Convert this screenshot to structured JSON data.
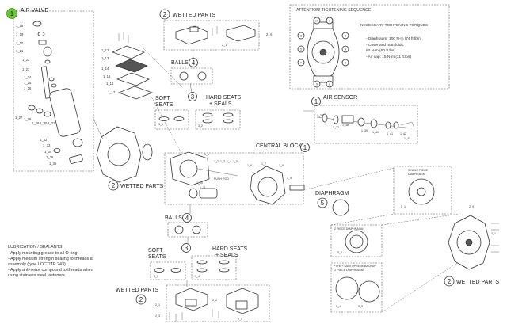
{
  "callouts": {
    "air_valve": {
      "number": "1",
      "title": "AIR VALVE",
      "color": "#6fc33c"
    },
    "wetted_top": {
      "number": "2",
      "title": "WETTED PARTS"
    },
    "balls_top": {
      "number": "4",
      "title": "BALLS"
    },
    "seats_top": {
      "number": "3",
      "soft": [
        "SOFT",
        "SEATS"
      ],
      "hard": [
        "HARD SEATS",
        "+ SEALS"
      ]
    },
    "air_sensor": {
      "number": "1",
      "title": "AIR SENSOR"
    },
    "central_block": {
      "number": "1",
      "title": "CENTRAL BLOCK"
    },
    "wetted_left": {
      "number": "2",
      "title": "WETTED PARTS"
    },
    "diaphragm": {
      "number": "5",
      "title": "DIAPHRAGM"
    },
    "balls_bottom": {
      "number": "4",
      "title": "BALLS"
    },
    "seats_bottom": {
      "number": "3",
      "soft": [
        "SOFT",
        "SEATS"
      ],
      "hard": [
        "HARD SEATS",
        "+ SEALS"
      ]
    },
    "wetted_bottom": {
      "number": "2",
      "title": "WETTED PARTS"
    },
    "wetted_right": {
      "number": "2",
      "title": "WETTED PARTS"
    }
  },
  "torque": {
    "title": "ATTENTION! TIGHTENING SEQUENCE",
    "subtitle": "NECESSARY TIGHTENING TORQUES",
    "items": [
      "- Diaphragm: 100 N-m (74 ft.lbs)",
      "- Cover and manifolds:",
      "  80 N-m (60 ft.lbs)",
      "- Air cap: 15 N-m (11 ft.lbs)"
    ],
    "sequence": [
      "10",
      "1",
      "3",
      "5",
      "7",
      "9",
      "2",
      "4",
      "6",
      "8"
    ]
  },
  "lubrication": {
    "title": "LUBRICATION / SEALANTS",
    "lines": [
      "- Apply mounting grease to all O-ring.",
      "- Apply medium strength sealing to threads at",
      "  assembly (type LOCTITE 243).",
      "- Apply anti-seize compound to threads when",
      "  using stainless steel fasteners."
    ]
  },
  "diaphragm_panels": {
    "single": [
      "SINGLE PIECE",
      "DIAPHRAGM"
    ],
    "two": [
      "2 PIECE DIAPHRAGM"
    ],
    "ptfe": [
      "PTFE + SANTOPRENE BACKUP",
      "(2 PIECE DIAPHRAGM)"
    ]
  },
  "push_rod": "PUSH ROD",
  "part_labels": {
    "av": [
      "1_18",
      "1_19",
      "1_20",
      "1_21",
      "1_22",
      "1_23",
      "1_24",
      "1_25",
      "1_26",
      "1_27",
      "1_28",
      "1_29",
      "1_30",
      "1_31",
      "1_32",
      "1_33",
      "1_34",
      "1_35",
      "1_36"
    ],
    "wet_top": [
      "1_12",
      "1_13",
      "1_14",
      "1_15",
      "1_16",
      "1_17",
      "2_1",
      "2_2",
      "2_3",
      "2_4"
    ],
    "sensor": [
      "1_36",
      "1_37",
      "1_38",
      "1_39",
      "1_40",
      "1_41",
      "1_42",
      "1_43",
      "1_44"
    ],
    "central": [
      "1_1",
      "1_2",
      "1_3",
      "1_4",
      "1_5",
      "1_6",
      "1_7",
      "1_8",
      "1_9",
      "1_10",
      "1_11"
    ],
    "seats": [
      "3_1",
      "3_2",
      "3_3",
      "3_4"
    ],
    "diaph": [
      "5_1",
      "5_2",
      "5_3",
      "5_4",
      "5_5",
      "5_6"
    ],
    "wet_bottom": [
      "2_1",
      "2_2",
      "2_3",
      "2_4",
      "2_5"
    ],
    "wet_right": [
      "2_1",
      "2_2",
      "2_3",
      "2_4"
    ],
    "misc": [
      "4_1",
      "4_2",
      "6_1",
      "6_2",
      "6_3"
    ]
  }
}
